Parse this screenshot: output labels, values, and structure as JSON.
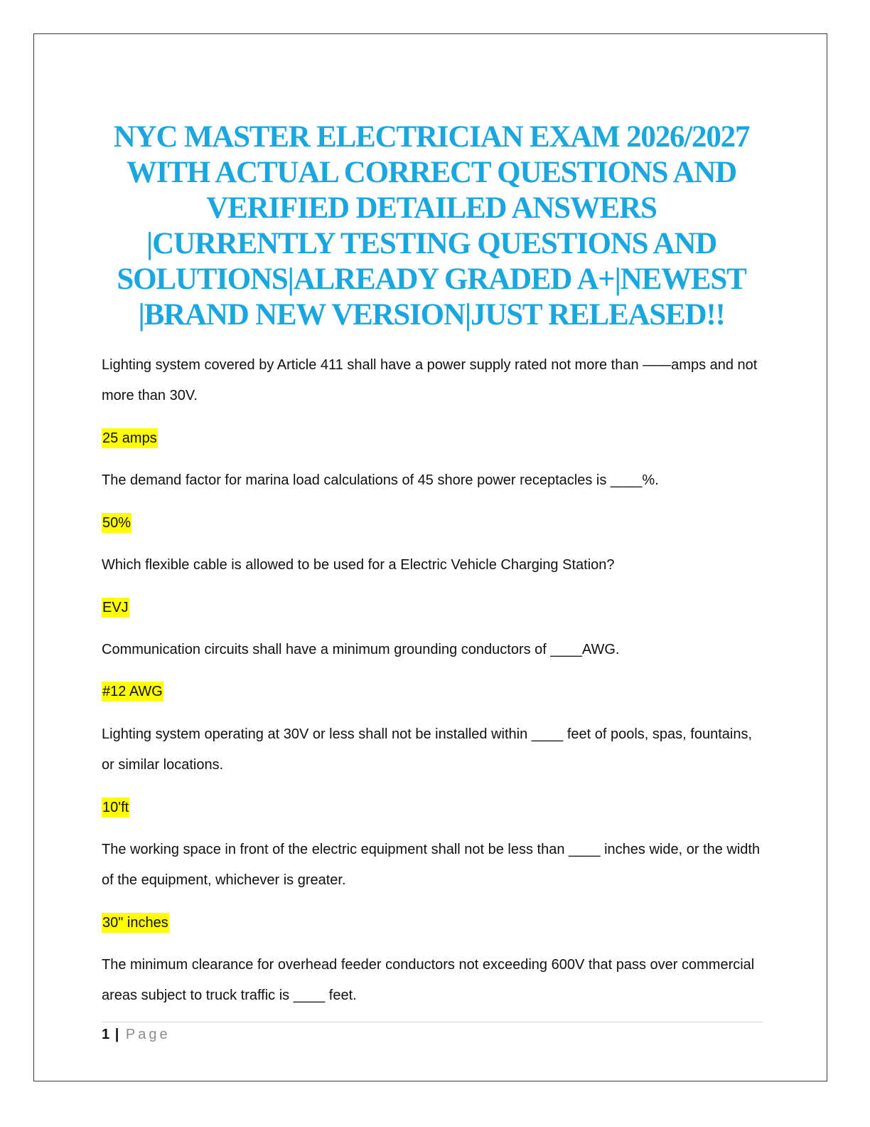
{
  "document": {
    "title_lines": [
      "NYC MASTER ELECTRICIAN EXAM 2026/2027",
      "WITH ACTUAL CORRECT QUESTIONS AND",
      "VERIFIED DETAILED ANSWERS",
      "|CURRENTLY TESTING QUESTIONS AND",
      "SOLUTIONS|ALREADY GRADED A+|NEWEST",
      "|BRAND NEW VERSION|JUST RELEASED!!"
    ],
    "title_color": "#1aa7e0",
    "highlight_color": "#ffff00",
    "items": [
      {
        "question": "Lighting system covered by Article 411 shall have a power supply rated not more than ——amps and not more than 30V.",
        "answer": "25 amps"
      },
      {
        "question": "The demand factor for marina load calculations of 45 shore power receptacles is ____%.",
        "answer": "50%"
      },
      {
        "question": "Which flexible cable is allowed to be used for a Electric Vehicle Charging Station?",
        "answer": "EVJ"
      },
      {
        "question": "Communication circuits shall have a minimum grounding conductors of ____AWG.",
        "answer": "#12 AWG"
      },
      {
        "question": "Lighting system operating at 30V or less shall not be installed within ____ feet of pools, spas, fountains, or similar locations.",
        "answer": "10'ft"
      },
      {
        "question": "The working space in front of the electric equipment shall not be less than ____ inches wide, or the width of the equipment, whichever is greater.",
        "answer": "30\" inches"
      },
      {
        "question": "The minimum clearance for overhead feeder conductors not exceeding 600V that pass over commercial areas subject to truck traffic is ____ feet.",
        "answer": ""
      }
    ],
    "footer": {
      "page_number": "1",
      "separator": "|",
      "page_label": "Page"
    }
  }
}
